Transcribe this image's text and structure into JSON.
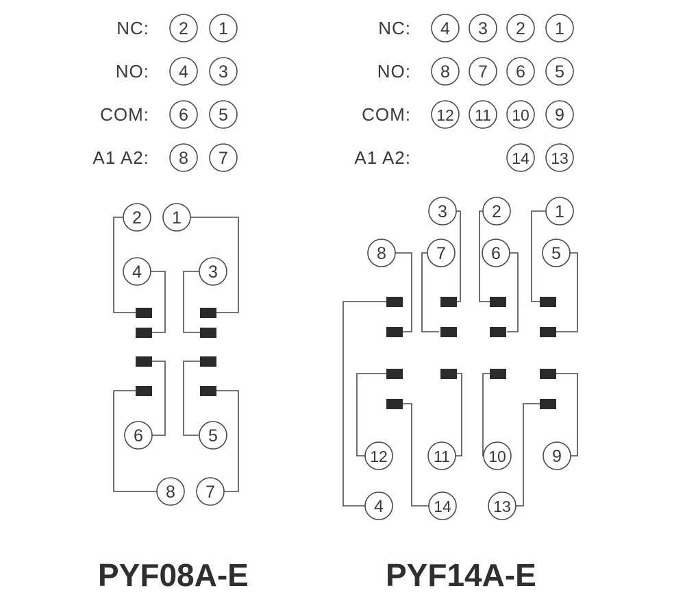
{
  "left": {
    "title": "PYF08A-E",
    "legend": [
      {
        "label": "NC:",
        "pins": [
          "2",
          "1"
        ]
      },
      {
        "label": "NO:",
        "pins": [
          "4",
          "3"
        ]
      },
      {
        "label": "COM:",
        "pins": [
          "6",
          "5"
        ]
      },
      {
        "label": "A1 A2:",
        "pins": [
          "8",
          "7"
        ]
      }
    ],
    "terminals": [
      "2",
      "1",
      "4",
      "3",
      "6",
      "5",
      "8",
      "7"
    ]
  },
  "right": {
    "title": "PYF14A-E",
    "legend": [
      {
        "label": "NC:",
        "pins": [
          "4",
          "3",
          "2",
          "1"
        ]
      },
      {
        "label": "NO:",
        "pins": [
          "8",
          "7",
          "6",
          "5"
        ]
      },
      {
        "label": "COM:",
        "pins": [
          "12",
          "11",
          "10",
          "9"
        ]
      },
      {
        "label": "A1 A2:",
        "pins": [
          "14",
          "13"
        ]
      }
    ],
    "terminals": [
      "3",
      "2",
      "1",
      "8",
      "7",
      "6",
      "5",
      "12",
      "11",
      "10",
      "9",
      "4",
      "14",
      "13"
    ]
  },
  "colors": {
    "line": "#4a4a4a",
    "contact": "#2b2b2b",
    "text": "#3a3a3a"
  }
}
